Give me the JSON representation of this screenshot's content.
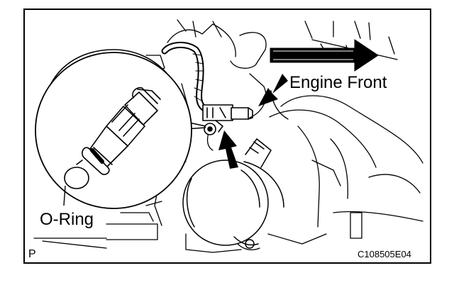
{
  "labels": {
    "engine_front": "Engine Front",
    "o_ring": "O-Ring",
    "corner_letter": "P",
    "figure_code": "C108505E04"
  },
  "icons": {
    "direction_arrow": "arrow-right-icon",
    "pointer_arrows": "arrow-pointer-icon"
  },
  "colors": {
    "ink": "#000000",
    "background": "#ffffff"
  }
}
